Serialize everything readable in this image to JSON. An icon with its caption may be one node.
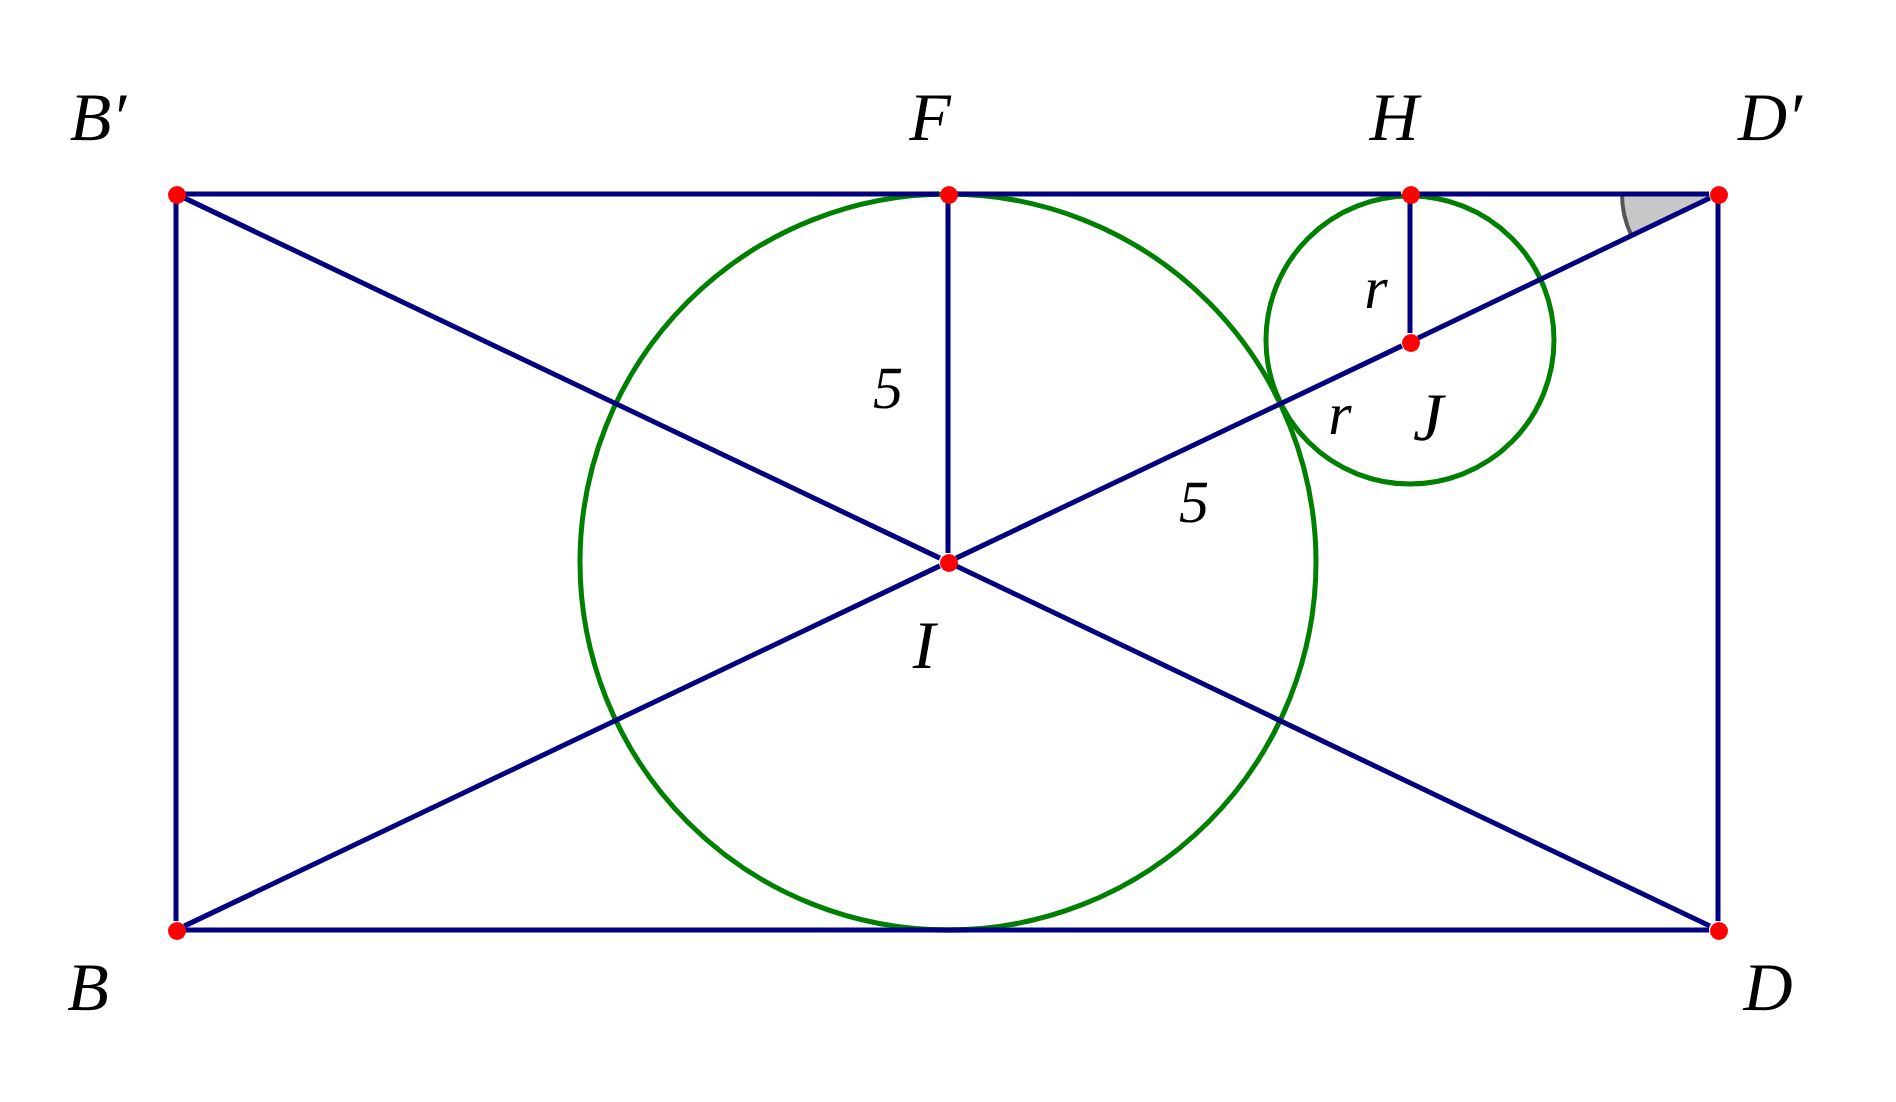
{
  "diagram": {
    "nodes": [
      {
        "text": [],
        "shape": "circle",
        "beside": [
          "B′"
        ]
      },
      {
        "text": [],
        "shape": "circle",
        "beside": [
          "F"
        ]
      },
      {
        "text": [],
        "shape": "circle",
        "beside": [
          "H"
        ]
      },
      {
        "text": [],
        "shape": "circle",
        "beside": [
          "D′"
        ]
      },
      {
        "text": [],
        "shape": "circle",
        "beside": [
          "J"
        ]
      },
      {
        "text": [],
        "shape": "circle",
        "beside": [
          "I"
        ]
      },
      {
        "text": [],
        "shape": "circle",
        "beside": [
          "B"
        ]
      },
      {
        "text": [],
        "shape": "circle",
        "beside": [
          "D"
        ]
      }
    ],
    "edges": [
      {
        "from": 0,
        "to": 1,
        "arrow": "none"
      },
      {
        "from": 1,
        "to": 2,
        "arrow": "none"
      },
      {
        "from": 2,
        "to": 3,
        "arrow": "none"
      },
      {
        "from": 0,
        "to": 6,
        "arrow": "none"
      },
      {
        "from": 3,
        "to": 7,
        "arrow": "none"
      },
      {
        "from": 6,
        "to": 7,
        "arrow": "none"
      },
      {
        "from": 0,
        "to": 5,
        "arrow": "none"
      },
      {
        "from": 5,
        "to": 7,
        "arrow": "none"
      },
      {
        "from": 6,
        "to": 5,
        "arrow": "none"
      },
      {
        "from": 5,
        "to": 4,
        "arrow": "none"
      },
      {
        "from": 4,
        "to": 3,
        "arrow": "none"
      },
      {
        "from": 1,
        "to": 5,
        "label": "5",
        "arrow": "none"
      },
      {
        "from": 2,
        "to": 4,
        "label": "r",
        "arrow": "none"
      }
    ],
    "labels": [
      "r",
      "5"
    ]
  }
}
